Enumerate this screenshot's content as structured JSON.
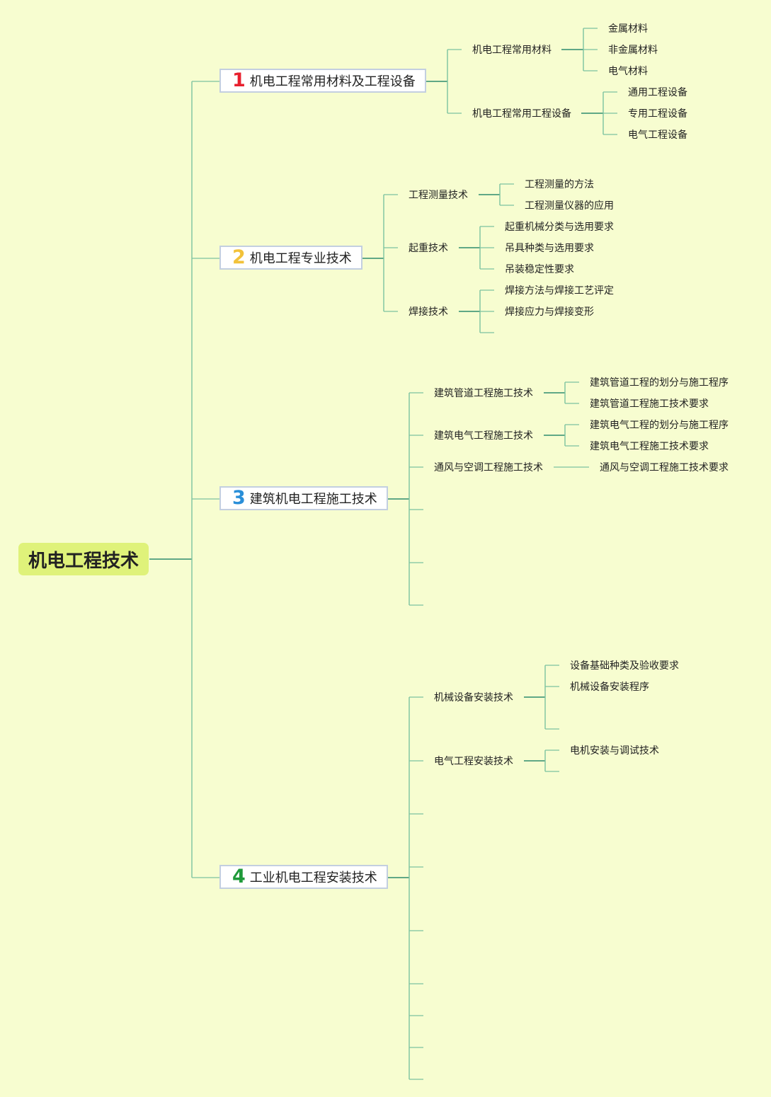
{
  "root": {
    "label": "机电工程技术"
  },
  "colors": {
    "line": "#2e8b6e",
    "background": "#f7fdd0",
    "root_fill": "#dff27a"
  },
  "branches": [
    {
      "number": "1",
      "number_color": "#e8202e",
      "label": "机电工程常用材料及工程设备",
      "topics": [
        {
          "label": "机电工程常用材料",
          "items": [
            "金属材料",
            "非金属材料",
            "电气材料"
          ]
        },
        {
          "label": "机电工程常用工程设备",
          "items": [
            "通用工程设备",
            "专用工程设备",
            "电气工程设备"
          ]
        }
      ]
    },
    {
      "number": "2",
      "number_color": "#f2c23a",
      "label": "机电工程专业技术",
      "topics": [
        {
          "label": "工程测量技术",
          "items": [
            "工程测量的方法",
            "工程测量仪器的应用"
          ]
        },
        {
          "label": "起重技术",
          "items": [
            "起重机械分类与选用要求",
            "吊具种类与选用要求",
            "吊装稳定性要求"
          ]
        },
        {
          "label": "焊接技术",
          "items": [
            "焊接方法与焊接工艺评定",
            "焊接应力与焊接变形"
          ]
        }
      ]
    },
    {
      "number": "3",
      "number_color": "#2a8fd8",
      "label": "建筑机电工程施工技术",
      "topics": [
        {
          "label": "建筑管道工程施工技术",
          "items": [
            "建筑管道工程的划分与施工程序",
            "建筑管道工程施工技术要求"
          ]
        },
        {
          "label": "建筑电气工程施工技术",
          "items": [
            "建筑电气工程的划分与施工程序",
            "建筑电气工程施工技术要求"
          ]
        },
        {
          "label": "通风与空调工程施工技术",
          "items": [
            "通风与空调工程施工技术要求"
          ]
        }
      ]
    },
    {
      "number": "4",
      "number_color": "#1f9a3a",
      "label": "工业机电工程安装技术",
      "topics": [
        {
          "label": "机械设备安装技术",
          "items": [
            "设备基础种类及验收要求",
            "机械设备安装程序"
          ]
        },
        {
          "label": "电气工程安装技术",
          "items": [
            "电机安装与调试技术"
          ]
        }
      ]
    }
  ]
}
